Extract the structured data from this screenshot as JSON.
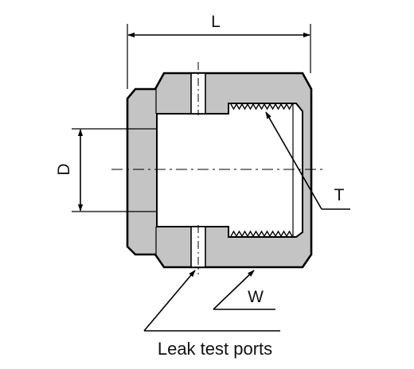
{
  "labels": {
    "length": "L",
    "diameter": "D",
    "thread": "T",
    "width": "W",
    "ports": "Leak test ports"
  },
  "colors": {
    "body": "#c4c4c4",
    "bore": "#ffffff",
    "line": "#000000"
  }
}
